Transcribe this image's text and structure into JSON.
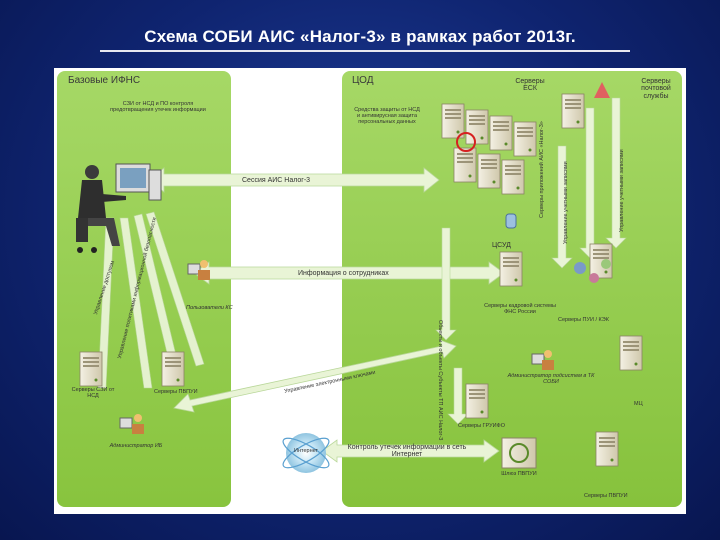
{
  "title": "Схема СОБИ АИС «Налог-3» в рамках работ 2013г.",
  "colors": {
    "background": "#102673",
    "zone_green": "#8fce4a",
    "arrow_fill": "#e6f2cf",
    "server": "#e6e1cf"
  },
  "zones": {
    "left": "Базовые ИФНС",
    "right": "ЦОД"
  },
  "labels": {
    "szi_note": "СЗИ от НСД и ПО контроля предотвращения утечек информации",
    "nsd_note": "Средства защиты от НСД и антивирусная защита персональных данных",
    "esk_servers": "Серверы ЕСК",
    "mail_servers": "Серверы почтовой службы",
    "esk_apps": "Серверы приложений АИС «Налог-3»",
    "ucs_mgmt": "Управление учетными записями",
    "ucs_mgmt2": "Управление учетными записями",
    "sessions": "Сессия АИС Налог-3",
    "csud": "ЦСУД",
    "employee_info": "Информация о сотрудниках",
    "pers_servers": "Серверы кадровой системы ФНС России",
    "pui_servers": "Серверы ПУИ / КЭК",
    "kc_user": "Пользователи КС",
    "access_mgmt": "Управление доступом",
    "objects": "Обьекты и объекты Субъекты ТП АИС Налог-3",
    "ib_mgmt": "Управление политиками информационной безопасности",
    "remote_mgmt": "Управление электронными ключами",
    "szi_servers": "Серверы СЗИ от НСД",
    "pvpui_servers": "Серверы ПВПУИ",
    "admin_ib": "Администратор ИБ",
    "admin_subsys": "Администратор подсистем в ТК СОБИ",
    "mc": "МЦ",
    "grivf_servers": "Серверы ГРУИФО",
    "internet": "Интернет",
    "leak_control": "Контроль утечек информации в сеть Интернет",
    "gateway": "Шлюз ПВПУИ",
    "pvpui_servers2": "Серверы ПВПУИ"
  }
}
